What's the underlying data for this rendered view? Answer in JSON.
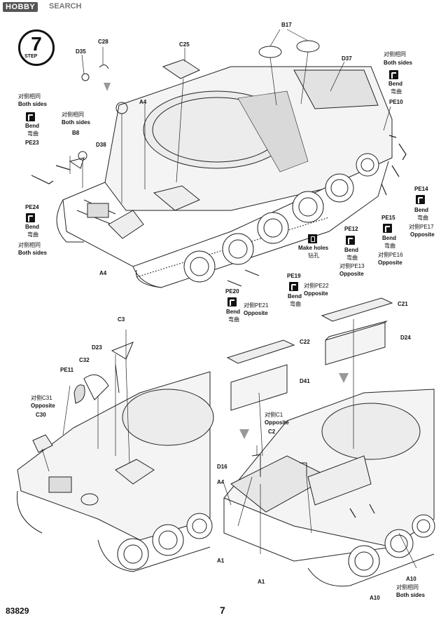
{
  "header": {
    "logo": "HOBBY",
    "search": "SEARCH"
  },
  "step": {
    "word": "STEP",
    "number": "7"
  },
  "labels": {
    "c28": "C28",
    "d35": "D35",
    "c25": "C25",
    "b17": "B17",
    "d37": "D37",
    "a4_top": "A4",
    "d38": "D38",
    "b8": "B8",
    "pe23": "PE23",
    "pe24": "PE24",
    "a4_left": "A4",
    "pe10": "PE10",
    "pe14": "PE14",
    "pe15": "PE15",
    "pe12": "PE12",
    "pe19": "PE19",
    "pe20": "PE20",
    "c3": "C3",
    "d23": "D23",
    "pe11": "PE11",
    "c32": "C32",
    "c30": "C30",
    "c21": "C21",
    "c22": "C22",
    "d24": "D24",
    "d41": "D41",
    "c2": "C2",
    "d16": "D16",
    "a4_bottom": "A4",
    "a1_left": "A1",
    "a1_bottom": "A1",
    "a10_right": "A10",
    "a10_bottom": "A10"
  },
  "notes": {
    "both_cn": "对侧相同",
    "both_en": "Both sides",
    "bend_en": "Bend",
    "bend_cn": "弯曲",
    "make_holes_en": "Make holes",
    "make_holes_cn": "钻孔",
    "pe13_cn": "对侧PE13",
    "pe16_cn": "对侧PE16",
    "pe17_cn": "对侧PE17",
    "pe21_cn": "对侧PE21",
    "pe22_cn": "对侧PE22",
    "c31_cn": "对侧C31",
    "c1_cn": "对侧C1",
    "opposite": "Opposite"
  },
  "footer": {
    "code": "83829",
    "page": "7"
  }
}
